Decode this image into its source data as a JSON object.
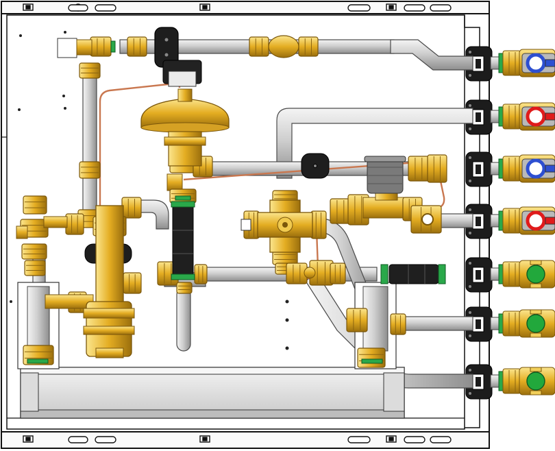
{
  "title": "",
  "colors": {
    "background": "#ffffff",
    "frame_stroke": "#111111",
    "panel_fill": "#ffffff",
    "pipe_fill": "#d6d6d6",
    "pipe_stroke": "#555555",
    "brass": "#e9b52a",
    "brass_dark": "#a87a10",
    "brass_light": "#f7dc78",
    "gasket_green": "#2aa84a",
    "clamp_black": "#1c1c1c",
    "capillary_copper": "#c9774f",
    "handle_blue": "#2d4fd1",
    "handle_red": "#e01b1b",
    "handle_green": "#22a83c",
    "handle_grey": "#b9b9b9",
    "heat_exchanger_fill": "#e7e7e7"
  },
  "components": {
    "frame": "mounting-frame",
    "heat_exchanger": "plate-heat-exchanger",
    "pressure_reducer": "differential-pressure-controller",
    "thermostatic_head": "thermostatic-actuator",
    "motorized_valve": "zone-valve-actuator",
    "mixing_valve": "four-way-mixing-valve",
    "manifold_rail": "connection-manifold"
  },
  "ball_valves": [
    {
      "position": 1,
      "handle": "blue",
      "icon": "ball-valve-blue-handle-icon"
    },
    {
      "position": 2,
      "handle": "red",
      "icon": "ball-valve-red-handle-icon"
    },
    {
      "position": 3,
      "handle": "blue",
      "icon": "ball-valve-blue-handle-icon"
    },
    {
      "position": 4,
      "handle": "red",
      "icon": "ball-valve-red-handle-icon"
    },
    {
      "position": 5,
      "handle": "green",
      "icon": "ball-valve-green-handle-icon"
    },
    {
      "position": 6,
      "handle": "green",
      "icon": "ball-valve-green-handle-icon"
    },
    {
      "position": 7,
      "handle": "green",
      "icon": "ball-valve-green-handle-icon"
    }
  ]
}
